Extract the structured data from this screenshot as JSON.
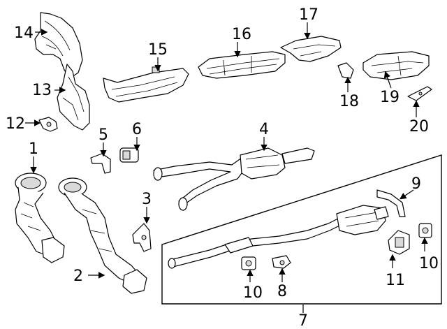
{
  "callouts": {
    "c1": "1",
    "c2": "2",
    "c3": "3",
    "c4": "4",
    "c5": "5",
    "c6": "6",
    "c7": "7",
    "c8": "8",
    "c9": "9",
    "c10a": "10",
    "c10b": "10",
    "c11": "11",
    "c12": "12",
    "c13": "13",
    "c14": "14",
    "c15": "15",
    "c16": "16",
    "c17": "17",
    "c18": "18",
    "c19": "19",
    "c20": "20"
  }
}
